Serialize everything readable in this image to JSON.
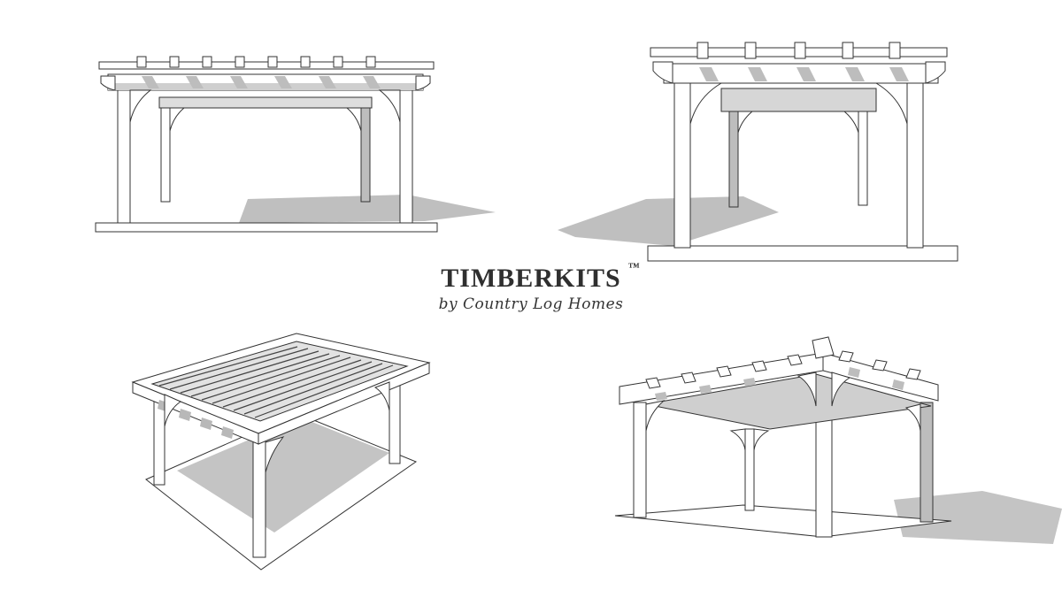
{
  "brand": {
    "name": "TIMBERKITS",
    "trademark": "™",
    "tagline": "by Country Log Homes"
  },
  "views": [
    {
      "id": "front-view"
    },
    {
      "id": "front-perspective-view"
    },
    {
      "id": "aerial-view"
    },
    {
      "id": "corner-view"
    }
  ],
  "colors": {
    "line": "#333333",
    "shadow": "#b3b3b3",
    "background": "#ffffff"
  }
}
